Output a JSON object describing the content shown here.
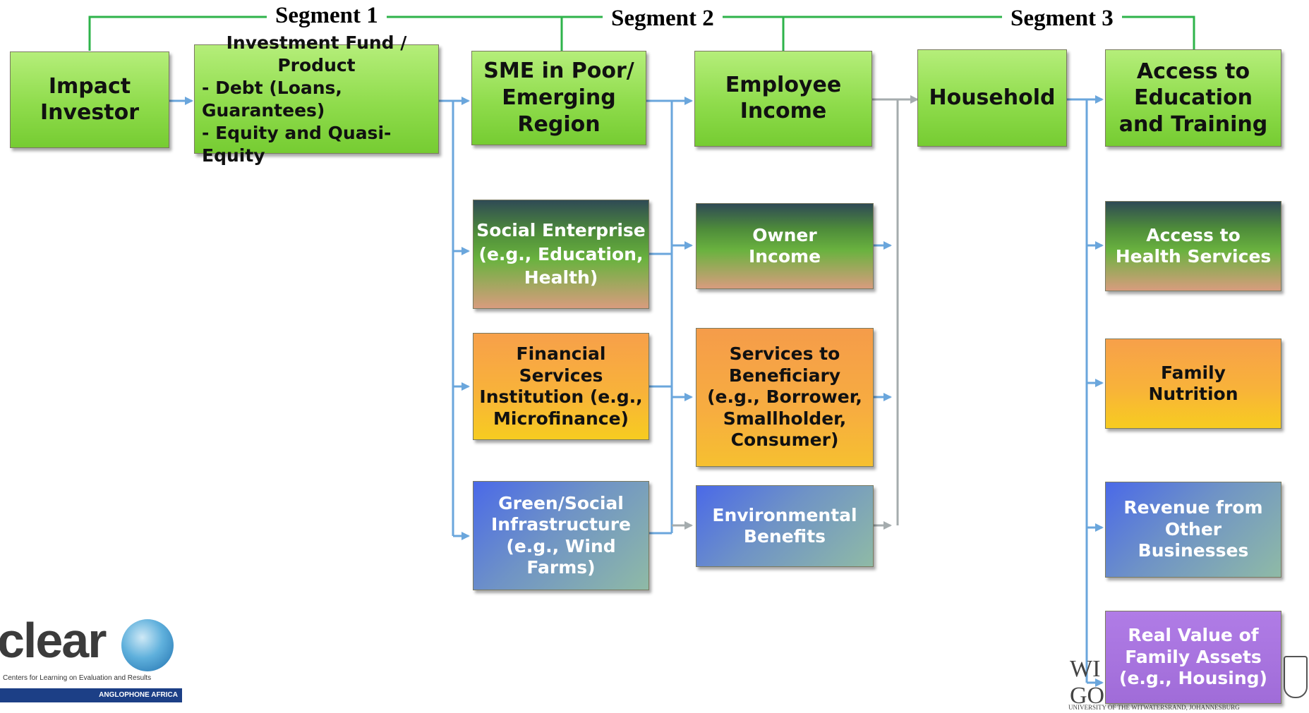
{
  "segments": {
    "s1": "Segment 1",
    "s2": "Segment 2",
    "s3": "Segment 3"
  },
  "boxes": {
    "impact_investor": [
      "Impact",
      "Investor"
    ],
    "investment_fund": {
      "title": [
        "Investment Fund /",
        "Product"
      ],
      "items": [
        "- Debt (Loans, Guarantees)",
        "- Equity and Quasi-Equity"
      ]
    },
    "sme": [
      "SME in Poor/",
      "Emerging",
      "Region"
    ],
    "social_enterprise": [
      "Social Enterprise",
      "(e.g., Education,",
      "Health)"
    ],
    "financial_services": [
      "Financial Services",
      "Institution (e.g.,",
      "Microfinance)"
    ],
    "green_infra": [
      "Green/Social",
      "Infrastructure",
      "(e.g., Wind",
      "Farms)"
    ],
    "employee_income": [
      "Employee",
      "Income"
    ],
    "owner_income": [
      "Owner",
      "Income"
    ],
    "services_beneficiary": [
      "Services to",
      "Beneficiary",
      "(e.g., Borrower,",
      "Smallholder,",
      "Consumer)"
    ],
    "environmental_benefits": [
      "Environmental",
      "Benefits"
    ],
    "household": [
      "Household"
    ],
    "education": [
      "Access to",
      "Education",
      "and Training"
    ],
    "health": [
      "Access to",
      "Health Services"
    ],
    "nutrition": [
      "Family",
      "Nutrition"
    ],
    "revenue": [
      "Revenue from",
      "Other",
      "Businesses"
    ],
    "assets": [
      "Real Value of",
      "Family Assets",
      "(e.g., Housing)"
    ]
  },
  "logos": {
    "clear": {
      "word": "clear",
      "subtitle": "Centers for Learning on Evaluation and Results",
      "region": "ANGLOPHONE AFRICA"
    },
    "wits": {
      "line1": "WI",
      "line2": "GO",
      "subtitle": "UNIVERSITY OF THE WITWATERSRAND, JOHANNESBURG"
    }
  },
  "colors": {
    "arrow_blue": "#6aa6dc",
    "arrow_gray": "#a5acae",
    "bracket_green": "#2eb34a"
  }
}
